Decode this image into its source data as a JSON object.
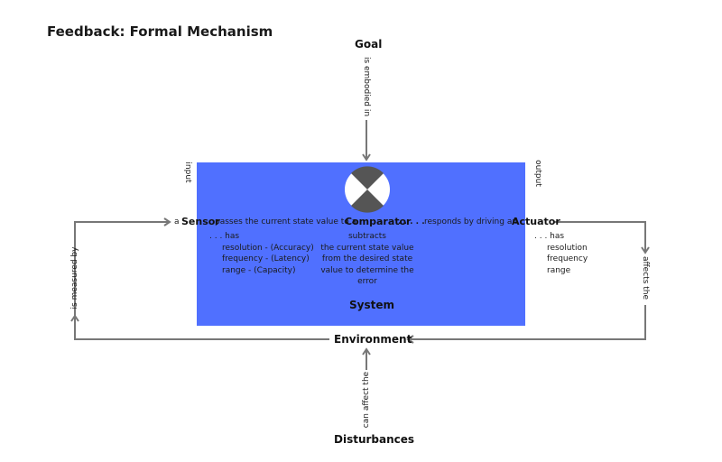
{
  "title": "Feedback: Formal Mechanism",
  "nodes": {
    "goal": "Goal",
    "system": "System",
    "environment": "Environment",
    "disturbances": "Disturbances",
    "sensor": "Sensor",
    "comparator": "Comparator",
    "actuator": "Actuator"
  },
  "edges": {
    "goal_to_system": "is embodied in",
    "env_to_sensor": "is measured by",
    "actuator_to_env": "affects the",
    "disturbances_to_env": "can affect the"
  },
  "ports": {
    "input": "input",
    "output": "output"
  },
  "flow": {
    "a": "a",
    "passes": "passes the current state value to a",
    "dots": ". . . . .",
    "responds": "responds by driving an"
  },
  "sensor_props": {
    "has": ". . . has",
    "items": [
      "resolution - (Accuracy)",
      "frequency - (Latency)",
      "range - (Capacity)"
    ]
  },
  "comparator_desc": [
    "subtracts",
    "the current state value",
    "from the desired state",
    "value to determine the",
    "error"
  ],
  "actuator_props": {
    "has": ". . . has",
    "items": [
      "resolution",
      "frequency",
      "range"
    ]
  },
  "colors": {
    "system_fill": "#5070ff",
    "arrow": "#777777",
    "comparator_dark": "#555555"
  }
}
